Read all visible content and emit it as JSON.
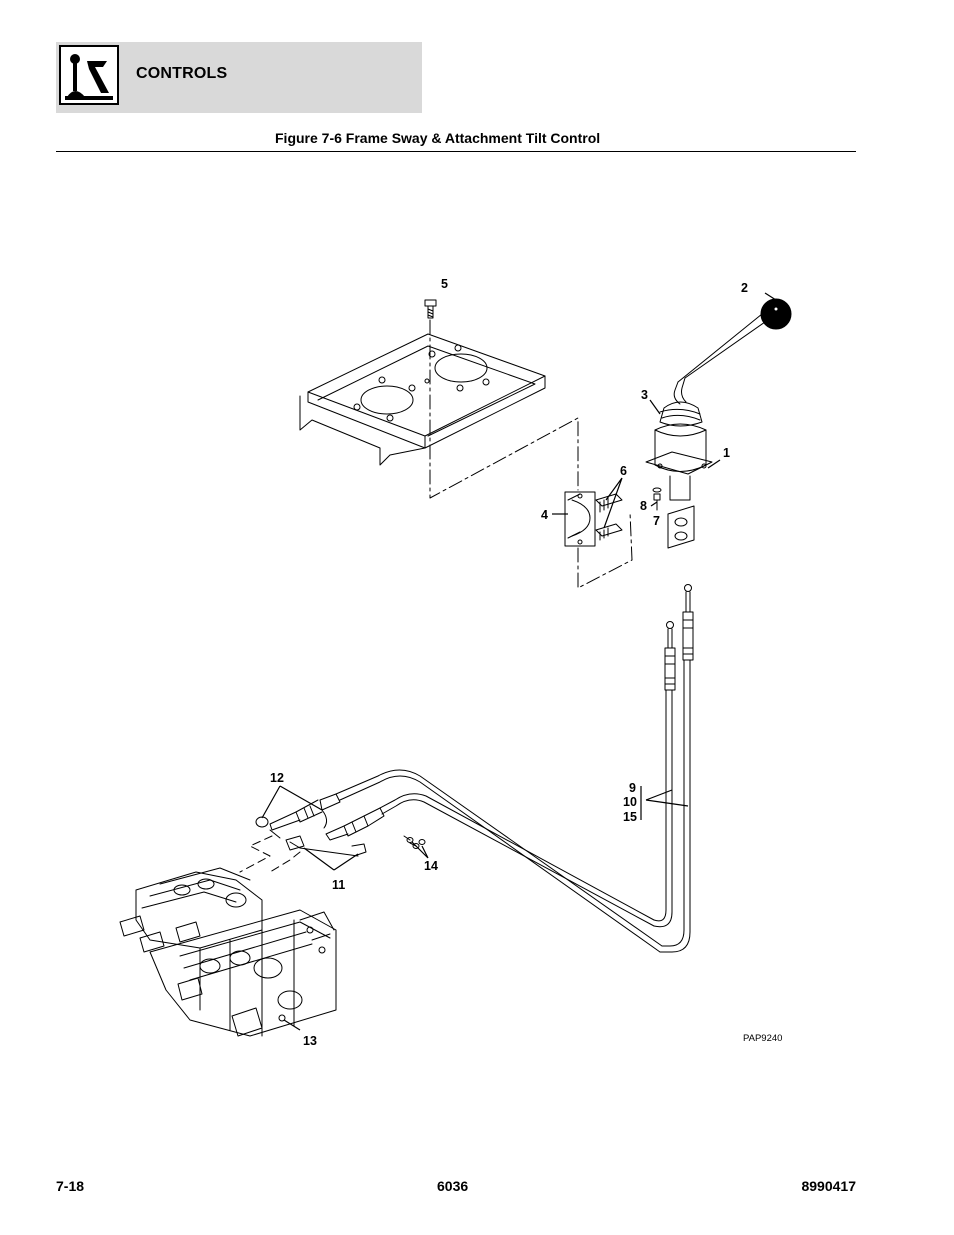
{
  "header": {
    "section_title": "CONTROLS",
    "icon": "joystick-control-icon"
  },
  "figure": {
    "title": "Figure 7-6 Frame Sway & Attachment Tilt Control",
    "drawing_ref": "PAP9240"
  },
  "callouts": {
    "c1": "1",
    "c2": "2",
    "c3": "3",
    "c4": "4",
    "c5": "5",
    "c6": "6",
    "c7": "7",
    "c8": "8",
    "c9": "9",
    "c10": "10",
    "c11": "11",
    "c12": "12",
    "c13": "13",
    "c14": "14",
    "c15": "15"
  },
  "footer": {
    "page": "7-18",
    "model": "6036",
    "part_number": "8990417"
  }
}
